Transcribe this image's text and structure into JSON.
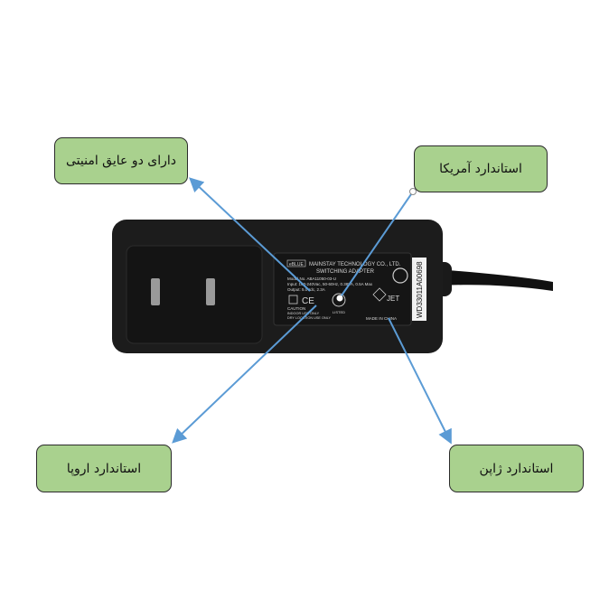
{
  "callouts": {
    "safety_pins": "دارای دو عایق امنیتی",
    "us_standard": "استاندارد آمریکا",
    "eu_standard": "استاندارد اروپا",
    "jp_standard": "استاندارد ژاپن"
  },
  "adapter_label": {
    "brand": "eBLUE",
    "company": "MAINSTAY TECHNOLOGY CO., LTD.",
    "type": "SWITCHING  ADAPTER",
    "model": "Model No.  ABA11050-03-U",
    "input": "Input: 100-240Vac, 50-60Hz, 0.38VA, 0.5A Max",
    "output": "Output: 5.0Vdc, 2.3A",
    "caution": "CAUTION",
    "caution_line1": "INDOOR USE ONLY",
    "caution_line2": "DRY LOCATION USE ONLY",
    "ce": "CE",
    "listed": "LISTED",
    "jet": "JET",
    "made_in": "MADE IN CHINA",
    "serial": "WD33011A00698"
  },
  "colors": {
    "callout_fill": "#a9d18e",
    "arrow": "#5b9bd5",
    "adapter_body": "#1c1c1c"
  }
}
